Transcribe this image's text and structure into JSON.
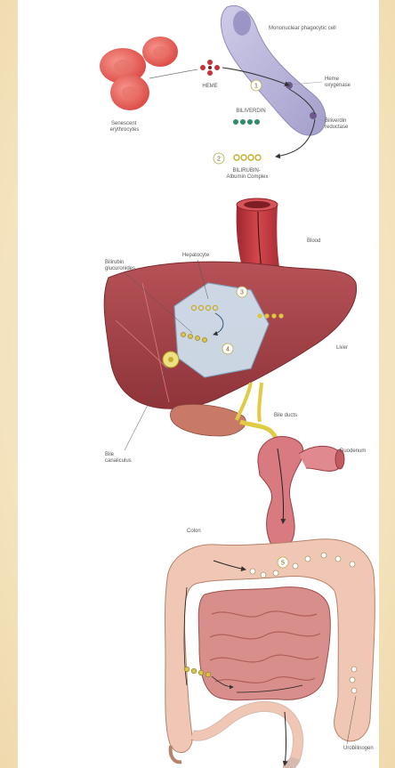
{
  "labels": {
    "mononuclear_cell": "Mononuclear phagocytic cell",
    "senescent_erythrocytes": [
      "Senescent",
      "erythrocytes"
    ],
    "heme": "HEME",
    "heme_oxygenase": [
      "Heme",
      "oxygenase"
    ],
    "biliverdin": "BILIVERDIN",
    "biliverdin_reductase": [
      "Biliverdin",
      "reductase"
    ],
    "bilirubin_albumin": [
      "BILIRUBIN-",
      "Albumin Complex"
    ],
    "blood": "Blood",
    "bilirubin_glucuronides": [
      "Bilirubin",
      "glucuronides"
    ],
    "hepatocyte": "Hepatocyte",
    "liver": "Liver",
    "bile_ducts": "Bile ducts",
    "bile_canaliculus": [
      "Bile",
      "canaliculus"
    ],
    "duodenum": "Duodenum",
    "colon": "Colon",
    "urobilinogen": "Urobilinogen"
  },
  "steps": [
    "1",
    "2",
    "3",
    "4",
    "5"
  ],
  "colors": {
    "rbc": "#e8564e",
    "macrophage": "#b9b4d9",
    "biliverdin": "#2f8a6a",
    "bilirubin": "#d9c24a",
    "vessel": "#c7383f",
    "liver": "#a8454a",
    "hepatocyte": "#cfe3f1",
    "bile": "#e0cb45",
    "intestine": "#f0c7b4",
    "small_intestine": "#d88e8a",
    "duodenum": "#d87a80"
  }
}
